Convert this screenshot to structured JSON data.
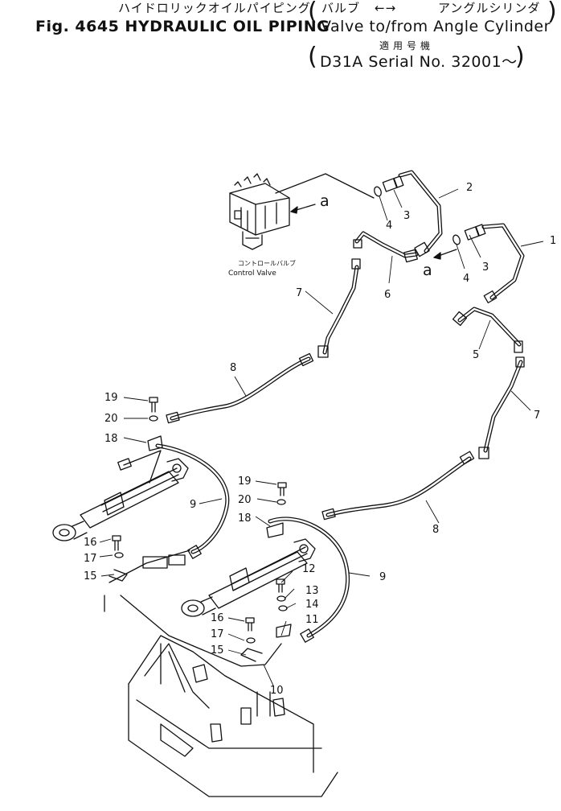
{
  "header": {
    "jp_title": "ハイドロリックオイルパイピング",
    "jp_valve": "バルブ",
    "jp_arrows": "←→",
    "jp_cylinder": "アングルシリンダ",
    "fig_title": "Fig. 4645 HYDRAULIC OIL PIPING",
    "en_valve_cyl": "Valve to/from Angle Cylinder",
    "jp_applicable": "適用号機",
    "serial": "D31A  Serial No. 32001～"
  },
  "valve_label_jp": "コントロールバルブ",
  "valve_label_en": "Control Valve",
  "view_marks": [
    "a",
    "a"
  ],
  "part_callouts": [
    {
      "num": "1"
    },
    {
      "num": "2"
    },
    {
      "num": "3"
    },
    {
      "num": "3"
    },
    {
      "num": "4"
    },
    {
      "num": "4"
    },
    {
      "num": "5"
    },
    {
      "num": "6"
    },
    {
      "num": "7"
    },
    {
      "num": "7"
    },
    {
      "num": "8"
    },
    {
      "num": "8"
    },
    {
      "num": "9"
    },
    {
      "num": "9"
    },
    {
      "num": "10"
    },
    {
      "num": "11"
    },
    {
      "num": "12"
    },
    {
      "num": "13"
    },
    {
      "num": "14"
    },
    {
      "num": "15"
    },
    {
      "num": "15"
    },
    {
      "num": "16"
    },
    {
      "num": "16"
    },
    {
      "num": "17"
    },
    {
      "num": "17"
    },
    {
      "num": "18"
    },
    {
      "num": "18"
    },
    {
      "num": "19"
    },
    {
      "num": "19"
    },
    {
      "num": "20"
    },
    {
      "num": "20"
    }
  ]
}
